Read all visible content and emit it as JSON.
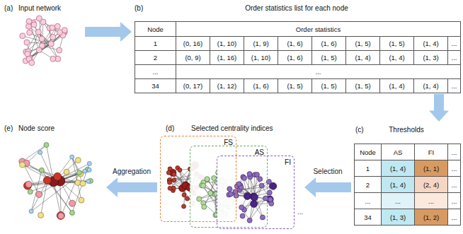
{
  "diagram": {
    "nodes": [
      {
        "text": [
          "(a)",
          "Input network"
        ]
      },
      {
        "text": [
          "(b)",
          "Order statistics list for each node"
        ]
      },
      {
        "text": [
          "(c)",
          "Thresholds"
        ]
      },
      {
        "text": [
          "(d)",
          "Selected centrality indices"
        ]
      },
      {
        "text": [
          "FS"
        ],
        "in": 3
      },
      {
        "text": [
          "AS"
        ],
        "in": 3
      },
      {
        "text": [
          "FI"
        ],
        "in": 3
      },
      {
        "text": [
          "(e)",
          "Node score"
        ]
      }
    ],
    "edges": [
      {
        "from": 0,
        "to": 1,
        "arrow": "to"
      },
      {
        "from": 1,
        "to": 2,
        "arrow": "to"
      },
      {
        "from": 2,
        "to": 3,
        "label": "Selection",
        "arrow": "to"
      },
      {
        "from": 3,
        "to": 7,
        "label": "Aggregation",
        "arrow": "to"
      }
    ],
    "labels": [
      "Node",
      "Order statistics",
      "1",
      "(0, 16)",
      "(1, 10)",
      "(1, 9)",
      "(1, 6)",
      "(1, 6)",
      "(1, 5)",
      "(1, 5)",
      "(1, 4)",
      "...",
      "2",
      "(0, 9)",
      "(1, 16)",
      "(1, 10)",
      "(1, 6)",
      "(1, 5)",
      "(1, 4)",
      "(1, 4)",
      "(1, 3)",
      "...",
      "...",
      "...",
      "34",
      "(0, 17)",
      "(1, 12)",
      "(1, 6)",
      "(1, 5)",
      "(1, 5)",
      "(1, 5)",
      "(1, 4)",
      "(1, 4)",
      "...",
      "Node",
      "AS",
      "FI",
      "...",
      "1",
      "(1, 4)",
      "(1, 1)",
      "...",
      "2",
      "(1, 4)",
      "(2, 4)",
      "...",
      "...",
      "...",
      "...",
      "...",
      "34",
      "(1, 3)",
      "(1, 2)",
      "...",
      "..."
    ]
  }
}
